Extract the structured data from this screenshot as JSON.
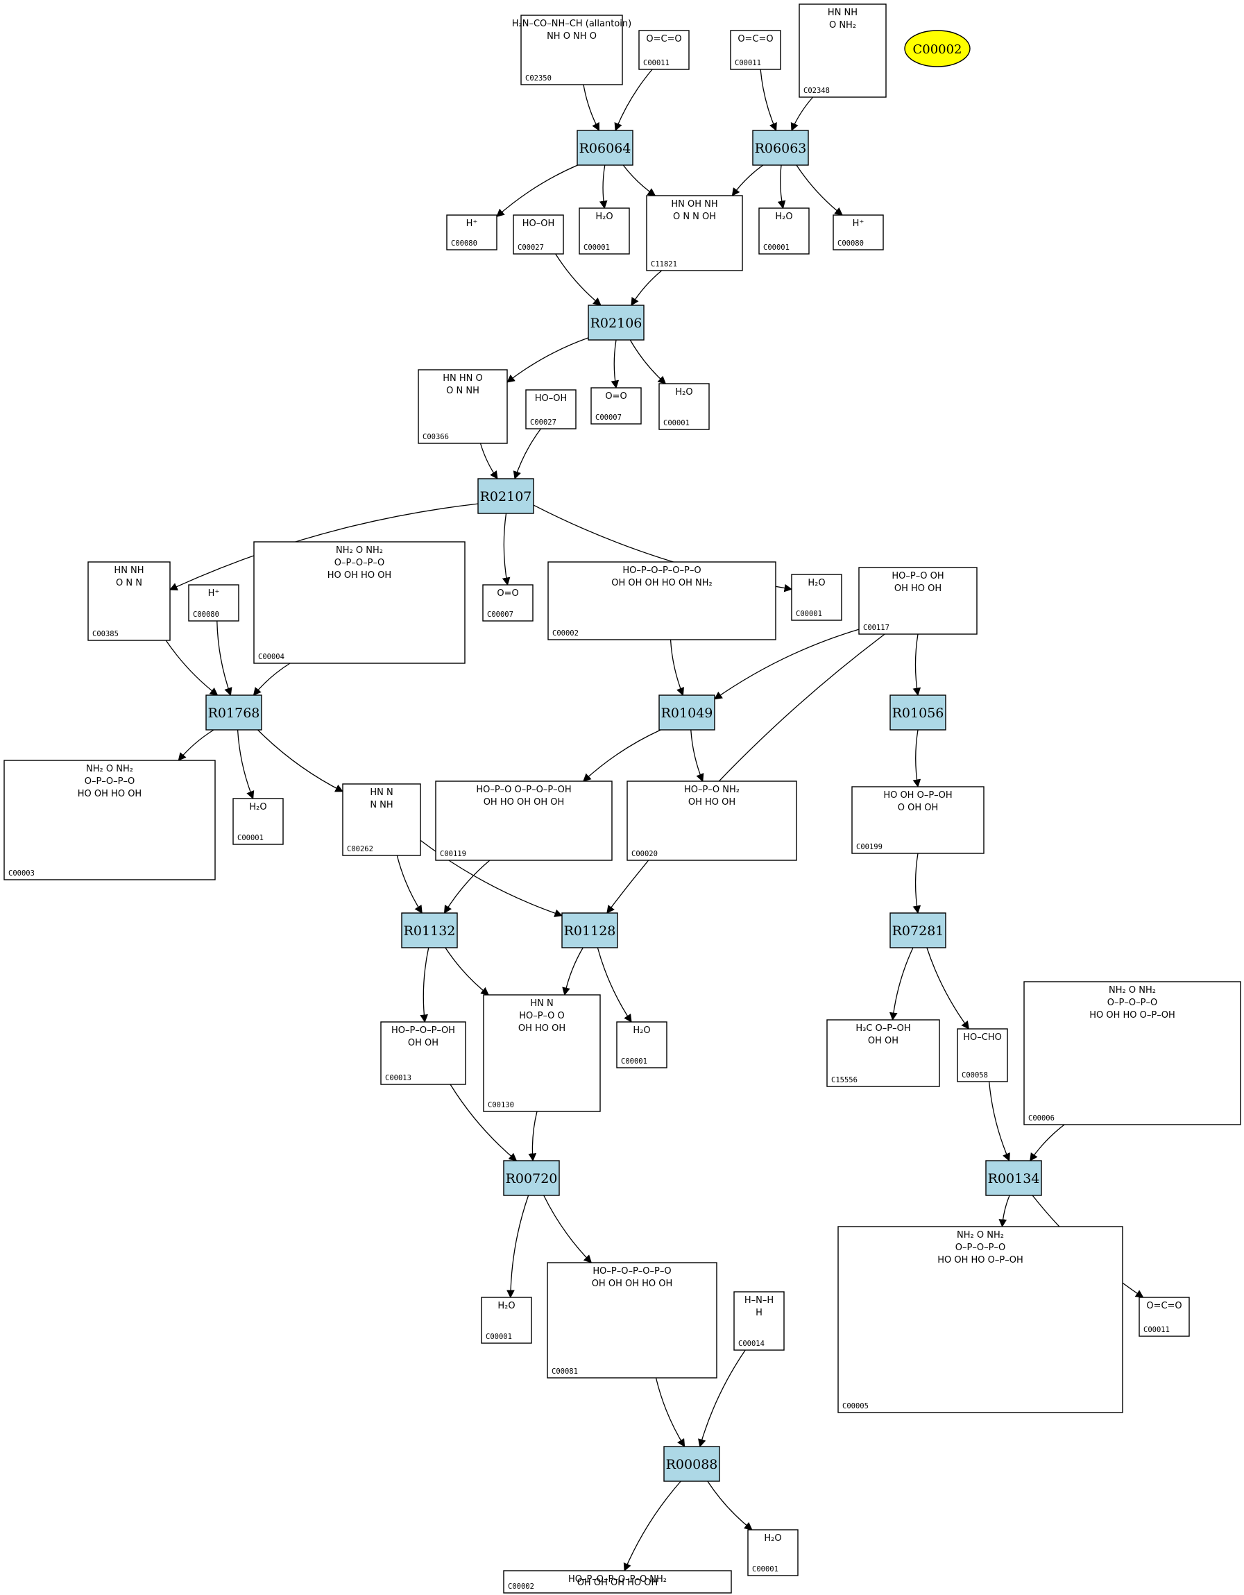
{
  "highlight": {
    "label": "C00002"
  },
  "reactions": [
    {
      "id": "R06064"
    },
    {
      "id": "R06063"
    },
    {
      "id": "R02106"
    },
    {
      "id": "R02107"
    },
    {
      "id": "R01768"
    },
    {
      "id": "R01049"
    },
    {
      "id": "R01056"
    },
    {
      "id": "R01132"
    },
    {
      "id": "R01128"
    },
    {
      "id": "R07281"
    },
    {
      "id": "R00720"
    },
    {
      "id": "R00134"
    },
    {
      "id": "R00088"
    }
  ],
  "compounds": [
    {
      "id": "C02350",
      "mol": [
        "H₂N–CO–NH–CH  (allantoin)",
        "NH  O  NH  O"
      ]
    },
    {
      "id": "C00011",
      "mol": [
        "O=C=O"
      ]
    },
    {
      "id": "C00011b",
      "code": "C00011",
      "mol": [
        "O=C=O"
      ]
    },
    {
      "id": "C02348",
      "mol": [
        "HN  NH",
        "O   NH₂"
      ]
    },
    {
      "id": "C00080",
      "mol": [
        "H⁺"
      ]
    },
    {
      "id": "C00027",
      "mol": [
        "HO–OH"
      ]
    },
    {
      "id": "C00001",
      "mol": [
        "H₂O"
      ]
    },
    {
      "id": "C11821",
      "mol": [
        "HN  OH  NH",
        "O  N  N  OH"
      ]
    },
    {
      "id": "C00001b",
      "code": "C00001",
      "mol": [
        "H₂O"
      ]
    },
    {
      "id": "C00080b",
      "code": "C00080",
      "mol": [
        "H⁺"
      ]
    },
    {
      "id": "C00366",
      "mol": [
        "HN  HN  O",
        "O  N  NH"
      ]
    },
    {
      "id": "C00027b",
      "code": "C00027",
      "mol": [
        "HO–OH"
      ]
    },
    {
      "id": "C00007",
      "mol": [
        "O=O"
      ]
    },
    {
      "id": "C00001c",
      "code": "C00001",
      "mol": [
        "H₂O"
      ]
    },
    {
      "id": "C00385",
      "mol": [
        "HN  NH",
        "O  N  N"
      ]
    },
    {
      "id": "C00080c",
      "code": "C00080",
      "mol": [
        "H⁺"
      ]
    },
    {
      "id": "C00004",
      "mol": [
        "NH₂  O  NH₂",
        "O–P–O–P–O",
        "HO OH  HO OH"
      ]
    },
    {
      "id": "C00007b",
      "code": "C00007",
      "mol": [
        "O=O"
      ]
    },
    {
      "id": "C00002",
      "mol": [
        "HO–P–O–P–O–P–O",
        "OH  OH  OH  HO OH  NH₂"
      ]
    },
    {
      "id": "C00001d",
      "code": "C00001",
      "mol": [
        "H₂O"
      ]
    },
    {
      "id": "C00117",
      "mol": [
        "HO–P–O  OH",
        "OH  HO  OH"
      ]
    },
    {
      "id": "C00003",
      "mol": [
        "NH₂  O  NH₂",
        "O–P–O–P–O",
        "HO OH  HO OH"
      ]
    },
    {
      "id": "C00001e",
      "code": "C00001",
      "mol": [
        "H₂O"
      ]
    },
    {
      "id": "C00262",
      "mol": [
        "HN  N",
        "N  NH"
      ]
    },
    {
      "id": "C00119",
      "mol": [
        "HO–P–O  O–P–O–P–OH",
        "OH  HO OH  OH  OH"
      ]
    },
    {
      "id": "C00020",
      "mol": [
        "HO–P–O  NH₂",
        "OH  HO OH"
      ]
    },
    {
      "id": "C00199",
      "mol": [
        "HO  OH  O–P–OH",
        "O  OH  OH"
      ]
    },
    {
      "id": "C00013",
      "mol": [
        "HO–P–O–P–OH",
        "OH  OH"
      ]
    },
    {
      "id": "C00130",
      "mol": [
        "HN  N",
        "HO–P–O  O",
        "OH  HO OH"
      ]
    },
    {
      "id": "C00001f",
      "code": "C00001",
      "mol": [
        "H₂O"
      ]
    },
    {
      "id": "C15556",
      "mol": [
        "H₃C  O–P–OH",
        "OH  OH"
      ]
    },
    {
      "id": "C00058",
      "mol": [
        "HO–CHO"
      ]
    },
    {
      "id": "C00006",
      "mol": [
        "NH₂  O  NH₂",
        "O–P–O–P–O",
        "HO OH  HO O–P–OH"
      ]
    },
    {
      "id": "C00001g",
      "code": "C00001",
      "mol": [
        "H₂O"
      ]
    },
    {
      "id": "C00081",
      "mol": [
        "HO–P–O–P–O–P–O",
        "OH  OH  OH  HO OH"
      ]
    },
    {
      "id": "C00014",
      "mol": [
        "H–N–H",
        "H"
      ]
    },
    {
      "id": "C00005",
      "mol": [
        "NH₂  O  NH₂",
        "O–P–O–P–O",
        "HO OH  HO O–P–OH"
      ]
    },
    {
      "id": "C00011c",
      "code": "C00011",
      "mol": [
        "O=C=O"
      ]
    },
    {
      "id": "C00002b",
      "code": "C00002",
      "mol": [
        "HO–P–O–P–O–P–O  NH₂",
        "OH  OH  OH  HO OH"
      ]
    },
    {
      "id": "C00001h",
      "code": "C00001",
      "mol": [
        "H₂O"
      ]
    }
  ],
  "edges": [
    [
      "C02350",
      "R06064"
    ],
    [
      "C00011",
      "R06064"
    ],
    [
      "C00011b",
      "R06063"
    ],
    [
      "C02348",
      "R06063"
    ],
    [
      "R06064",
      "C00080"
    ],
    [
      "R06064",
      "C00001"
    ],
    [
      "R06064",
      "C11821"
    ],
    [
      "R06063",
      "C11821"
    ],
    [
      "R06063",
      "C00001b"
    ],
    [
      "R06063",
      "C00080b"
    ],
    [
      "C00027",
      "R02106"
    ],
    [
      "C11821",
      "R02106"
    ],
    [
      "R02106",
      "C00366"
    ],
    [
      "R02106",
      "C00007"
    ],
    [
      "R02106",
      "C00001c"
    ],
    [
      "C00366",
      "R02107"
    ],
    [
      "C00027b",
      "R02107"
    ],
    [
      "R02107",
      "C00385"
    ],
    [
      "R02107",
      "C00007b"
    ],
    [
      "R02107",
      "C00001d"
    ],
    [
      "C00385",
      "R01768"
    ],
    [
      "C00080c",
      "R01768"
    ],
    [
      "C00004",
      "R01768"
    ],
    [
      "R01768",
      "C00003"
    ],
    [
      "R01768",
      "C00001e"
    ],
    [
      "R01768",
      "C00262"
    ],
    [
      "C00002",
      "R01049"
    ],
    [
      "C00117",
      "R01049"
    ],
    [
      "R01049",
      "C00119"
    ],
    [
      "R01049",
      "C00020"
    ],
    [
      "C00117",
      "R01056"
    ],
    [
      "C00117",
      "R01128"
    ],
    [
      "R01056",
      "C00199"
    ],
    [
      "C00262",
      "R01132"
    ],
    [
      "C00119",
      "R01132"
    ],
    [
      "C00262",
      "R01128"
    ],
    [
      "R01132",
      "C00013"
    ],
    [
      "R01132",
      "C00130"
    ],
    [
      "R01128",
      "C00130"
    ],
    [
      "R01128",
      "C00001f"
    ],
    [
      "C00199",
      "R07281"
    ],
    [
      "R07281",
      "C15556"
    ],
    [
      "R07281",
      "C00058"
    ],
    [
      "C00013",
      "R00720"
    ],
    [
      "C00130",
      "R00720"
    ],
    [
      "R00720",
      "C00001g"
    ],
    [
      "R00720",
      "C00081"
    ],
    [
      "C00058",
      "R00134"
    ],
    [
      "C00006",
      "R00134"
    ],
    [
      "R00134",
      "C00005"
    ],
    [
      "R00134",
      "C00011c"
    ],
    [
      "C00081",
      "R00088"
    ],
    [
      "C00014",
      "R00088"
    ],
    [
      "R00088",
      "C00002b"
    ],
    [
      "R00088",
      "C00001h"
    ]
  ]
}
